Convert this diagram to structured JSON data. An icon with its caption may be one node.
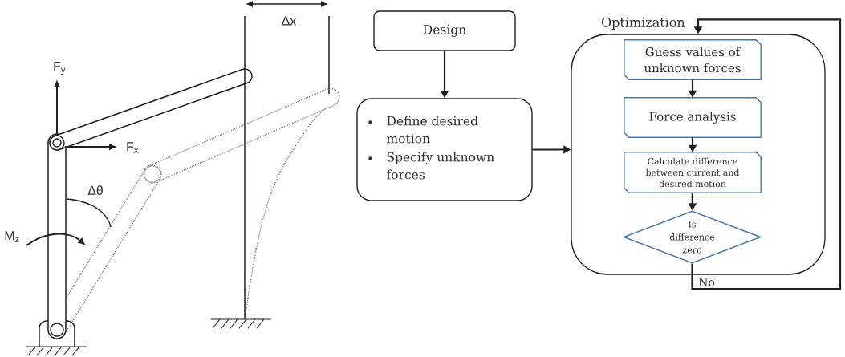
{
  "diagram": {
    "nodes": [
      {
        "text": [
          "Design"
        ]
      },
      {
        "text": [
          "Define desired motion",
          "Specify unknown forces"
        ]
      },
      {
        "text": [
          "Optimization"
        ]
      },
      {
        "text": [
          "Guess values of unknown forces"
        ],
        "in": 2
      },
      {
        "text": [
          "Force analysis"
        ],
        "in": 2
      },
      {
        "text": [
          "Calculate difference between current and desired motion"
        ],
        "in": 2
      },
      {
        "text": [
          "Is difference zero"
        ],
        "in": 2
      }
    ],
    "edges": [
      {
        "from": 0,
        "to": 1,
        "arrow": "to"
      },
      {
        "from": 1,
        "to": 2,
        "arrow": "to"
      },
      {
        "from": 3,
        "to": 4,
        "arrow": "to"
      },
      {
        "from": 4,
        "to": 5,
        "arrow": "to"
      },
      {
        "from": 5,
        "to": 6,
        "arrow": "to"
      },
      {
        "from": 6,
        "to": 2,
        "arrow": "to",
        "label": "No"
      }
    ],
    "labels": [
      "Δx",
      "F$_{y}$",
      "F$_{x}$",
      "Δθ",
      "M$_{z}$"
    ]
  }
}
